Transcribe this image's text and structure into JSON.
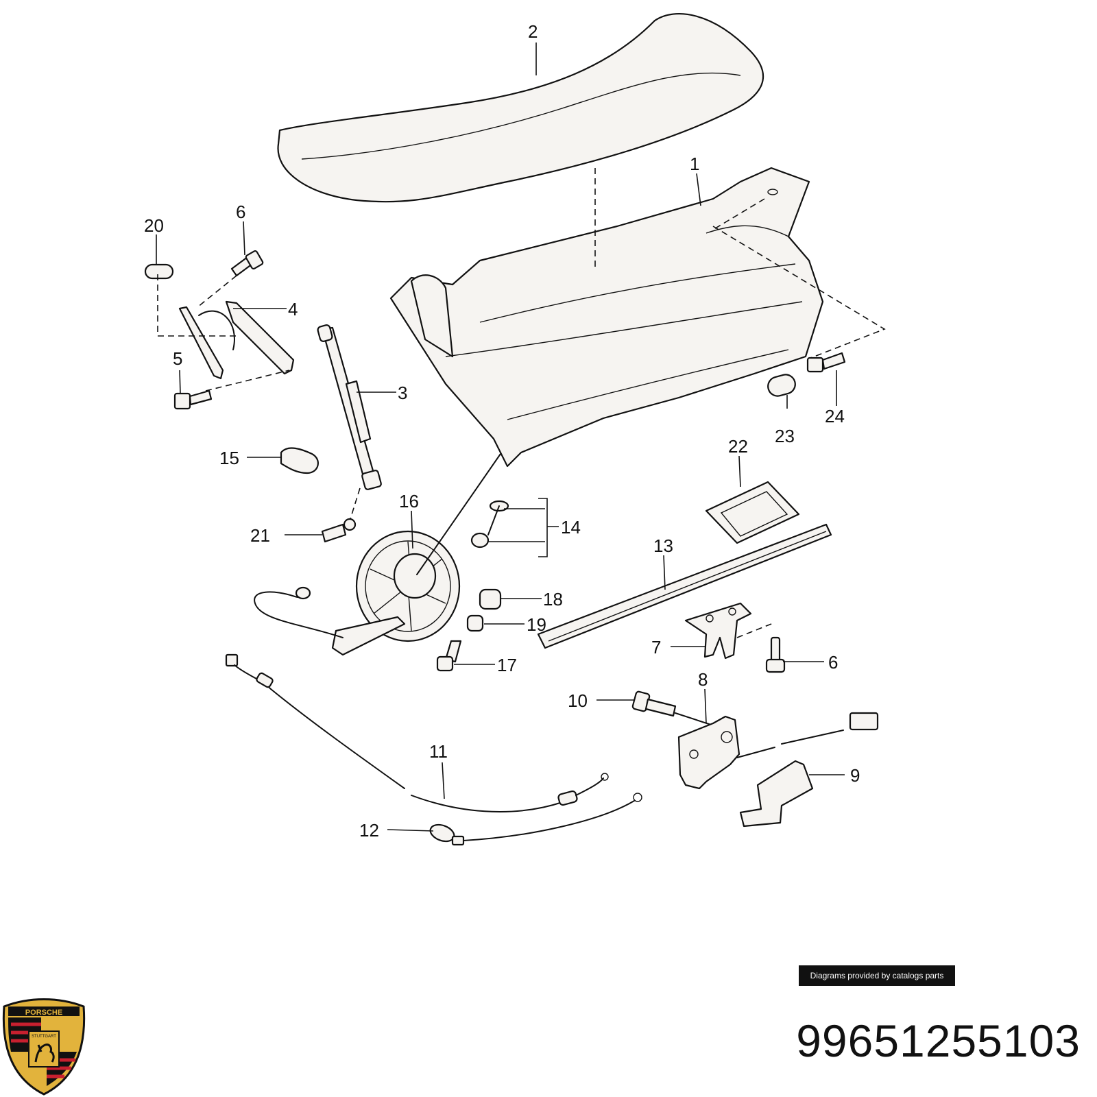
{
  "diagram": {
    "callouts": [
      "1",
      "2",
      "3",
      "4",
      "5",
      "6",
      "7",
      "8",
      "9",
      "10",
      "11",
      "12",
      "13",
      "14",
      "15",
      "16",
      "17",
      "18",
      "19",
      "20",
      "21",
      "22",
      "23",
      "24",
      "6"
    ]
  },
  "credit": "Diagrams provided by catalogs parts",
  "part_number": "99651255103",
  "logo": {
    "name": "porsche-crest",
    "text_top": "PORSCHE",
    "text_mid": "STUTTGART",
    "colors": {
      "gold": "#e2b33c",
      "red": "#c8202f",
      "black": "#111111"
    }
  }
}
